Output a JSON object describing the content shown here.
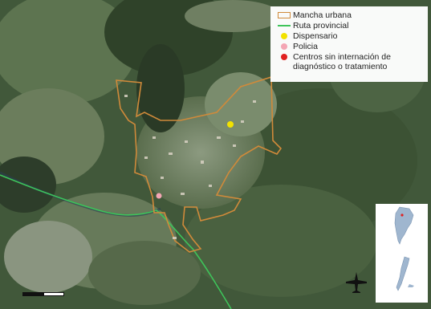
{
  "legend": {
    "items": [
      {
        "label": "Mancha urbana",
        "symbol": "outline-rect",
        "color": "#d08a3a"
      },
      {
        "label": "Ruta provincial",
        "symbol": "line",
        "color": "#3ec45a"
      },
      {
        "label": "Dispensario",
        "symbol": "dot",
        "color": "#f2e200"
      },
      {
        "label": "Policia",
        "symbol": "dot",
        "color": "#f4a6b4"
      },
      {
        "label": "Centros sin internación de diagnóstico o tratamiento",
        "symbol": "dot",
        "color": "#e02020"
      }
    ]
  },
  "map": {
    "background": "satellite-imagery",
    "features": {
      "urban_area": "Mancha urbana",
      "road": "Ruta provincial"
    }
  },
  "inset": {
    "region": "Argentina",
    "marker_color": "#e02020"
  },
  "icons": {
    "compass": "airplane-north-icon",
    "scale": "scale-bar-icon"
  }
}
